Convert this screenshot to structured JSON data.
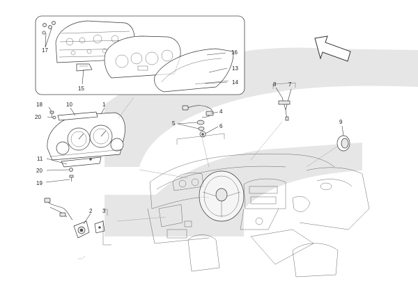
{
  "colors": {
    "swoosh": "#e6e6e6",
    "ink": "#333333",
    "background": "#ffffff"
  },
  "callouts": {
    "c1": "1",
    "c2": "2",
    "c3": "3",
    "c4": "4",
    "c5": "5",
    "c6": "6",
    "c7": "7",
    "c8": "8",
    "c9": "9",
    "c10": "10",
    "c11": "11",
    "c13": "13",
    "c14": "14",
    "c15": "15",
    "c16": "16",
    "c17": "17",
    "c18": "18",
    "c19": "19",
    "c20a": "20",
    "c20b": "20"
  },
  "icons": {
    "direction": "arrow-icon"
  }
}
